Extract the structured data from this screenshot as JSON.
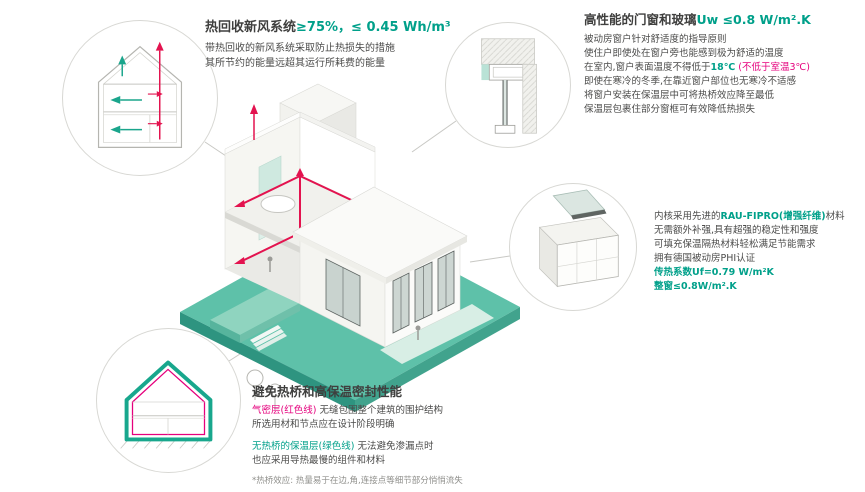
{
  "colors": {
    "accent_green": "#00a08a",
    "accent_magenta": "#e5007d",
    "platform_teal": "#5ec1a9",
    "duct_red": "#e3134f",
    "text": "#3f3f3e"
  },
  "ventilation": {
    "title_prefix": "热回收新风系统",
    "title_value": "≥75%，≤ 0.45 Wh/m³",
    "line1": "带热回收的新风系统采取防止热损失的措施",
    "line2": "其所节约的能量远超其运行所耗费的能量"
  },
  "windows": {
    "title_prefix": "高性能的门窗和玻璃",
    "title_value": "Uw ≤0.8 W/m².K",
    "line1": "被动房窗户针对舒适度的指导原则",
    "line2": "使住户即使处在窗户旁也能感到极为舒适的温度",
    "line3_pre": "在室内,窗户表面温度不得低于",
    "line3_temp": "18℃",
    "line3_note": " (不低于室温3℃)",
    "line4": "即使在寒冷的冬季,在靠近窗户部位也无寒冷不适感",
    "line5": "将窗户安装在保温层中可将热桥效应降至最低",
    "line6": "保温层包裹住部分窗框可有效降低热损失"
  },
  "profile": {
    "line1_pre": "内核采用先进的",
    "line1_highlight": "RAU-FIPRO(增强纤维)",
    "line1_post": "材料",
    "line2": "无需额外补强,具有超强的稳定性和强度",
    "line3": "可填充保温隔热材料轻松满足节能需求",
    "line4": "拥有德国被动房PHI认证",
    "uf": "传热系数Uf=0.79 W/m²K",
    "uw": "整窗≤0.8W/m².K"
  },
  "thermal": {
    "title": "避免热桥和高保温密封性能",
    "p1_label": "气密层(红色线)",
    "p1_text": " 无缝包围整个建筑的围护结构",
    "p1_line2": "所选用材和节点应在设计阶段明确",
    "p2_label": "无热桥的保温层(绿色线)",
    "p2_text": " 无法避免渗漏点时",
    "p2_line2": "也应采用导热最慢的组件和材料",
    "footnote": "*热桥效应: 热量易于在边,角,连接点等细节部分悄悄流失"
  },
  "illustrations": {
    "ventilation_circle": "house-section-ventilation",
    "installation_circle": "window-installation-detail",
    "profile_circle": "window-frame-profile",
    "thermal_circle": "house-thermal-envelope",
    "main": "passive-house-isometric-cutaway"
  }
}
